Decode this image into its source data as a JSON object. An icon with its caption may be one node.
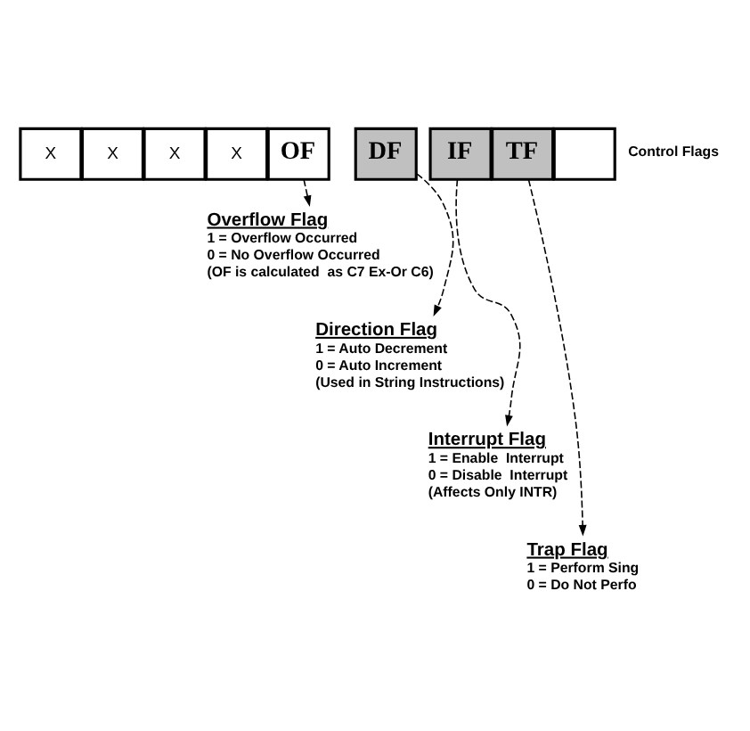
{
  "diagram": {
    "nodes": [
      {
        "text": [
          "X"
        ]
      },
      {
        "text": [
          "X"
        ]
      },
      {
        "text": [
          "X"
        ]
      },
      {
        "text": [
          "X"
        ]
      },
      {
        "text": [
          "OF"
        ]
      },
      {
        "text": [
          "DF"
        ]
      },
      {
        "text": [
          "IF"
        ]
      },
      {
        "text": [
          "TF"
        ]
      },
      {
        "text": [],
        "shape": "box"
      },
      {
        "text": [
          "Overflow Flag",
          "1 = Overflow Occurred",
          "0 = No Overflow Occurred",
          "(OF is calculated  as C7 Ex-Or C6)"
        ]
      },
      {
        "text": [
          "Direction Flag",
          "1 = Auto Decrement",
          "0 = Auto Increment",
          "(Used in String Instructions)"
        ]
      },
      {
        "text": [
          "Interrupt Flag",
          "1 = Enable  Interrupt",
          "0 = Disable  Interrupt",
          "(Affects Only INTR)"
        ]
      },
      {
        "text": [
          "Trap Flag",
          "1 = Perform Sing",
          "0 = Do Not Perfo"
        ]
      }
    ],
    "edges": [
      {
        "from": 4,
        "to": 9,
        "arrow": "to",
        "style": "dashed"
      },
      {
        "from": 5,
        "to": 10,
        "arrow": "to",
        "style": "dashed"
      },
      {
        "from": 6,
        "to": 11,
        "arrow": "to",
        "style": "dashed"
      },
      {
        "from": 7,
        "to": 12,
        "arrow": "to",
        "style": "dashed"
      }
    ],
    "labels": [
      "Control Flags"
    ]
  }
}
